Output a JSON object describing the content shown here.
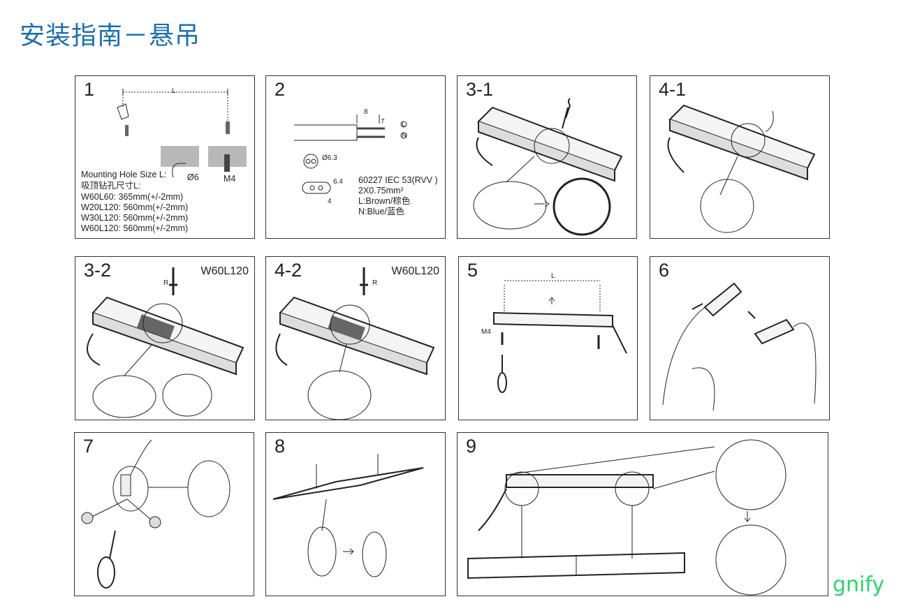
{
  "page": {
    "title": "安装指南－悬吊",
    "brand_partial": "gnify"
  },
  "panels": {
    "p1": {
      "step": "1",
      "dim_label": "L",
      "hole_label": "Mounting Hole Size L:",
      "hole_label_cn": "吸顶钻孔尺寸L:",
      "lines": [
        "W60L60: 365mm(+/-2mm)",
        "W20L120: 560mm(+/-2mm)",
        "W30L120: 560mm(+/-2mm)",
        "W60L120: 560mm(+/-2mm)"
      ],
      "drill_label": "Ø6",
      "screw_label": "M4"
    },
    "p2": {
      "step": "2",
      "dim_8": "8",
      "dim_7": "7",
      "wire_l": "L",
      "wire_n": "N",
      "dia": "Ø6.3",
      "dim_64": "6.4",
      "dim_4": "4",
      "lines": [
        "60227 IEC 53(RVV )",
        "2X0.75mm²",
        "L:Brown/棕色",
        "N:Blue/蓝色"
      ]
    },
    "p31": {
      "step": "3-1"
    },
    "p41": {
      "step": "4-1"
    },
    "p32": {
      "step": "3-2",
      "model": "W60L120",
      "rot": "R"
    },
    "p42": {
      "step": "4-2",
      "model": "W60L120",
      "rot": "R"
    },
    "p5": {
      "step": "5",
      "dim_label": "L",
      "screw_label": "M4"
    },
    "p6": {
      "step": "6"
    },
    "p7": {
      "step": "7"
    },
    "p8": {
      "step": "8"
    },
    "p9": {
      "step": "9"
    }
  }
}
